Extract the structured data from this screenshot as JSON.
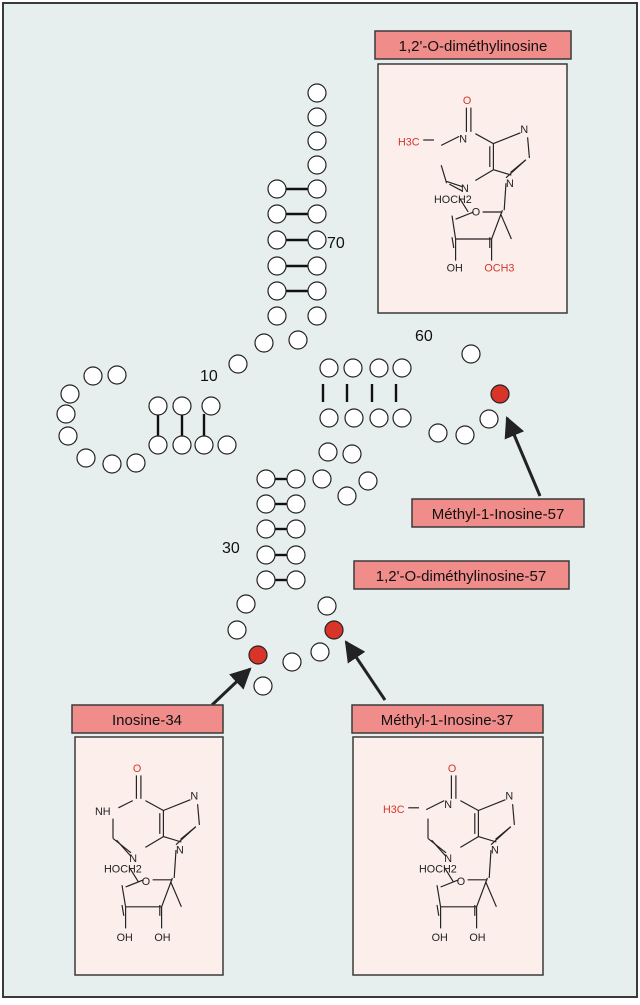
{
  "colors": {
    "background": "#e6efee",
    "frame": "#3a3a3a",
    "label_fill": "#f08c89",
    "box_fill": "#fbeeeb",
    "modified_base": "#d8342a",
    "chem_red": "#d8342a",
    "chem_black": "#222222"
  },
  "trna": {
    "position_numbers": [
      "70",
      "10",
      "60",
      "30"
    ]
  },
  "callouts": {
    "top_structure_title": "1,2'-O-diméthylinosine",
    "methyl1_inosine_57": "Méthyl-1-Inosine-57",
    "dimethylinosine_57": "1,2'-O-diméthylinosine-57",
    "inosine_34": "Inosine-34",
    "methyl1_inosine_37": "Méthyl-1-Inosine-37"
  },
  "structures": {
    "dimethylinosine": {
      "methyl": "H3C",
      "ring_n": "N",
      "carbonyl_o": "O",
      "sugar_head": "HOCH2",
      "ring_o": "O",
      "hydroxyl": "OH",
      "methoxy": "OCH3"
    },
    "inosine": {
      "nh": "NH",
      "ring_n": "N",
      "carbonyl_o": "O",
      "sugar_head": "HOCH2",
      "ring_o": "O",
      "hydroxyl_1": "OH",
      "hydroxyl_2": "OH"
    },
    "methyl1_inosine": {
      "methyl": "H3C",
      "ring_n": "N",
      "carbonyl_o": "O",
      "sugar_head": "HOCH2",
      "ring_o": "O",
      "hydroxyl_1": "OH",
      "hydroxyl_2": "OH"
    }
  }
}
